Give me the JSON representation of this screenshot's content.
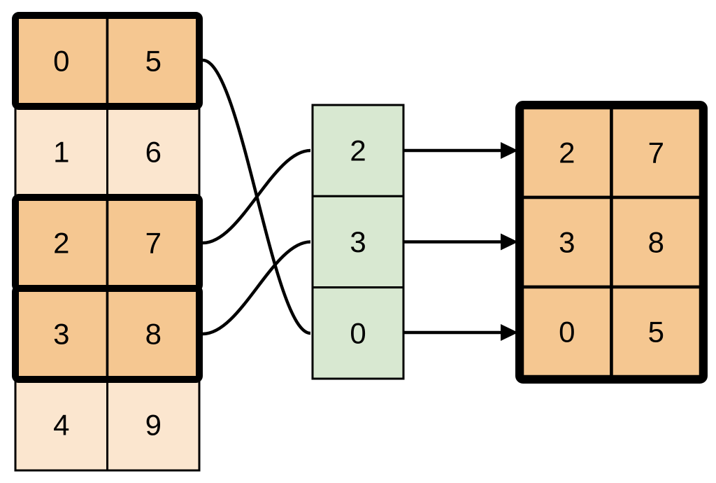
{
  "source_table": {
    "rows": [
      {
        "col0": "0",
        "col1": "5",
        "highlighted": true
      },
      {
        "col0": "1",
        "col1": "6",
        "highlighted": false
      },
      {
        "col0": "2",
        "col1": "7",
        "highlighted": true
      },
      {
        "col0": "3",
        "col1": "8",
        "highlighted": true
      },
      {
        "col0": "4",
        "col1": "9",
        "highlighted": false
      }
    ]
  },
  "index_column": {
    "values": [
      "2",
      "3",
      "0"
    ]
  },
  "result_table": {
    "rows": [
      {
        "col0": "2",
        "col1": "7"
      },
      {
        "col0": "3",
        "col1": "8"
      },
      {
        "col0": "0",
        "col1": "5"
      }
    ]
  },
  "connections": {
    "source_row_to_index": [
      {
        "from_row": "0",
        "to_index_value": "0"
      },
      {
        "from_row": "2",
        "to_index_value": "2"
      },
      {
        "from_row": "3",
        "to_index_value": "3"
      }
    ],
    "index_to_result": [
      {
        "from_index_value": "2",
        "to_result_row": "0"
      },
      {
        "from_index_value": "3",
        "to_result_row": "1"
      },
      {
        "from_index_value": "0",
        "to_result_row": "2"
      }
    ]
  },
  "colors": {
    "highlight_fill": "#F5C791",
    "muted_fill": "#FBE6CF",
    "index_fill": "#D8E8D1",
    "stroke_color": "#000000"
  }
}
